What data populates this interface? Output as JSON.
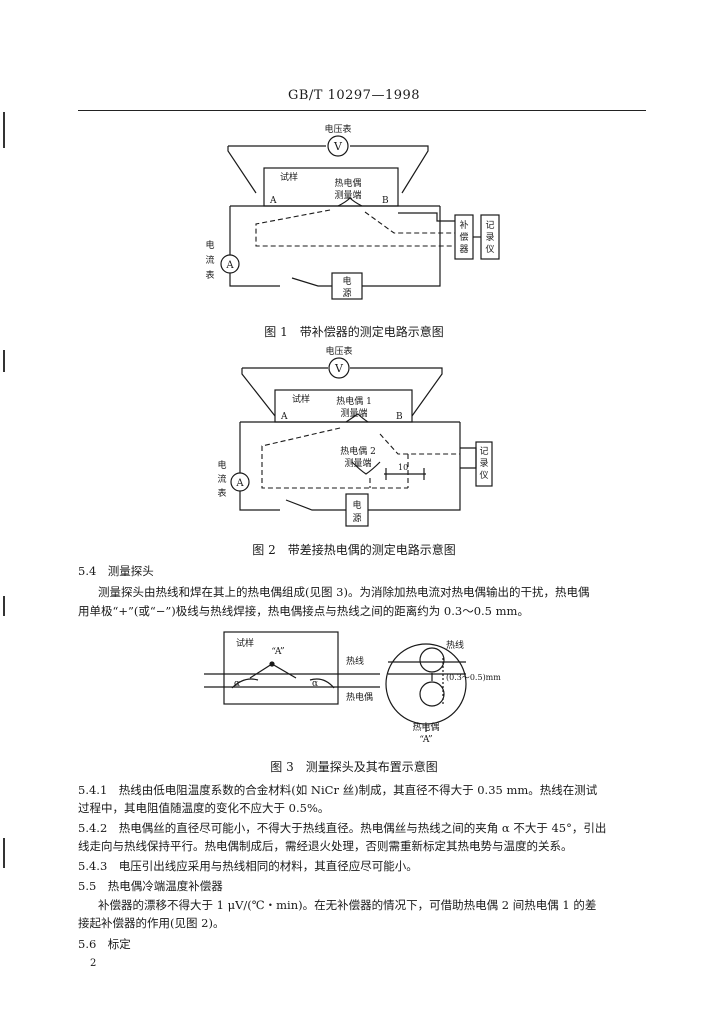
{
  "header": "GB/T 10297—1998",
  "figure1": {
    "labels": {
      "voltmeter": "电压表",
      "v": "V",
      "sample": "试样",
      "tc_line1": "热电偶",
      "tc_line2": "测量端",
      "a": "A",
      "b": "B",
      "compensator": "补偿器",
      "recorder": "记录仪",
      "ammeter": "电流表",
      "ammeter_symbol": "A",
      "power": "电源"
    },
    "caption": "图 1　带补偿器的测定电路示意图"
  },
  "figure2": {
    "labels": {
      "voltmeter": "电压表",
      "v": "V",
      "sample": "试样",
      "tc1_line1": "热电偶 1",
      "tc1_line2": "测量端",
      "a": "A",
      "b": "B",
      "tc2_line1": "热电偶 2",
      "tc2_line2": "测量端",
      "dim": "10",
      "recorder": "记录仪",
      "meter_label": "电流表",
      "ammeter_symbol": "A",
      "power": "电源"
    },
    "caption": "图 2　带差接热电偶的测定电路示意图"
  },
  "section_5_4": {
    "heading": "5.4　测量探头",
    "para_line1": "测量探头由热线和焊在其上的热电偶组成(见图 3)。为消除加热电流对热电偶输出的干扰，热电偶",
    "para_line2": "用单极“+”(或“−”)极线与热线焊接，热电偶接点与热线之间的距离约为 0.3～0.5 mm。"
  },
  "figure3": {
    "labels": {
      "sample": "试样",
      "point_a": "“A”",
      "hot_wire": "热线",
      "alpha": "α",
      "thermocouple": "热电偶",
      "dimension": "(0.3～0.5)mm",
      "zoom_tc": "热电偶",
      "zoom_a": "“A”"
    },
    "caption": "图 3　测量探头及其布置示意图"
  },
  "paragraphs": {
    "p541_line1": "5.4.1　热线由低电阻温度系数的合金材料(如 NiCr 丝)制成，其直径不得大于 0.35 mm。热线在测试",
    "p541_line2": "过程中，其电阻值随温度的变化不应大于 0.5%。",
    "p542_line1": "5.4.2　热电偶丝的直径尽可能小，不得大于热线直径。热电偶丝与热线之间的夹角 α 不大于 45°，引出",
    "p542_line2": "线走向与热线保持平行。热电偶制成后，需经退火处理，否则需重新标定其热电势与温度的关系。",
    "p543": "5.4.3　电压引出线应采用与热线相同的材料，其直径应尽可能小。",
    "h55": "5.5　热电偶冷端温度补偿器",
    "p55_line1": "补偿器的漂移不得大于 1 μV/(℃・min)。在无补偿器的情况下，可借助热电偶 2 间热电偶 1 的差",
    "p55_line2": "接起补偿器的作用(见图 2)。",
    "h56": "5.6　标定"
  },
  "page_number": "2"
}
